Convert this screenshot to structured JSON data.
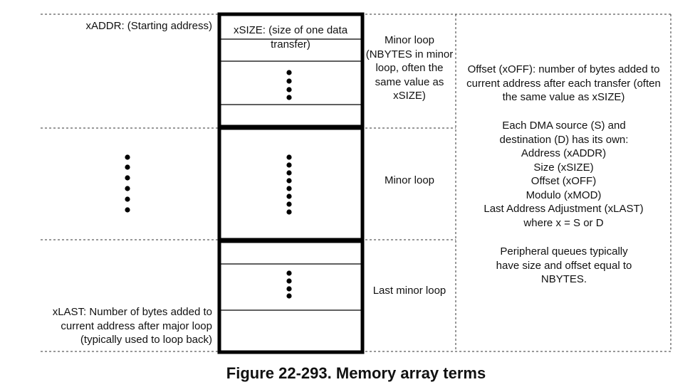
{
  "left_labels": {
    "xaddr": "xADDR: (Starting address)",
    "xlast": "xLAST: Number of bytes added to current address after major loop (typically used to loop back)"
  },
  "column": {
    "xsize": "xSIZE: (size of one data transfer)"
  },
  "loop_labels": {
    "minor_loop_first": "Minor loop (NBYTES in minor loop, often the same value as xSIZE)",
    "minor_loop": "Minor loop",
    "last_minor_loop": "Last minor loop"
  },
  "right_notes": {
    "offset": "Offset (xOFF): number of bytes added to current address after each transfer (often the same value as xSIZE)",
    "params_intro": "Each DMA source (S) and destination (D) has its own:",
    "params": [
      "Address (xADDR)",
      "Size (xSIZE)",
      "Offset (xOFF)",
      "Modulo (xMOD)",
      "Last Address Adjustment (xLAST)",
      "where x = S or D"
    ],
    "peripheral": "Peripheral queues typically have size and offset equal to NBYTES."
  },
  "caption": "Figure 22-293. Memory array terms"
}
